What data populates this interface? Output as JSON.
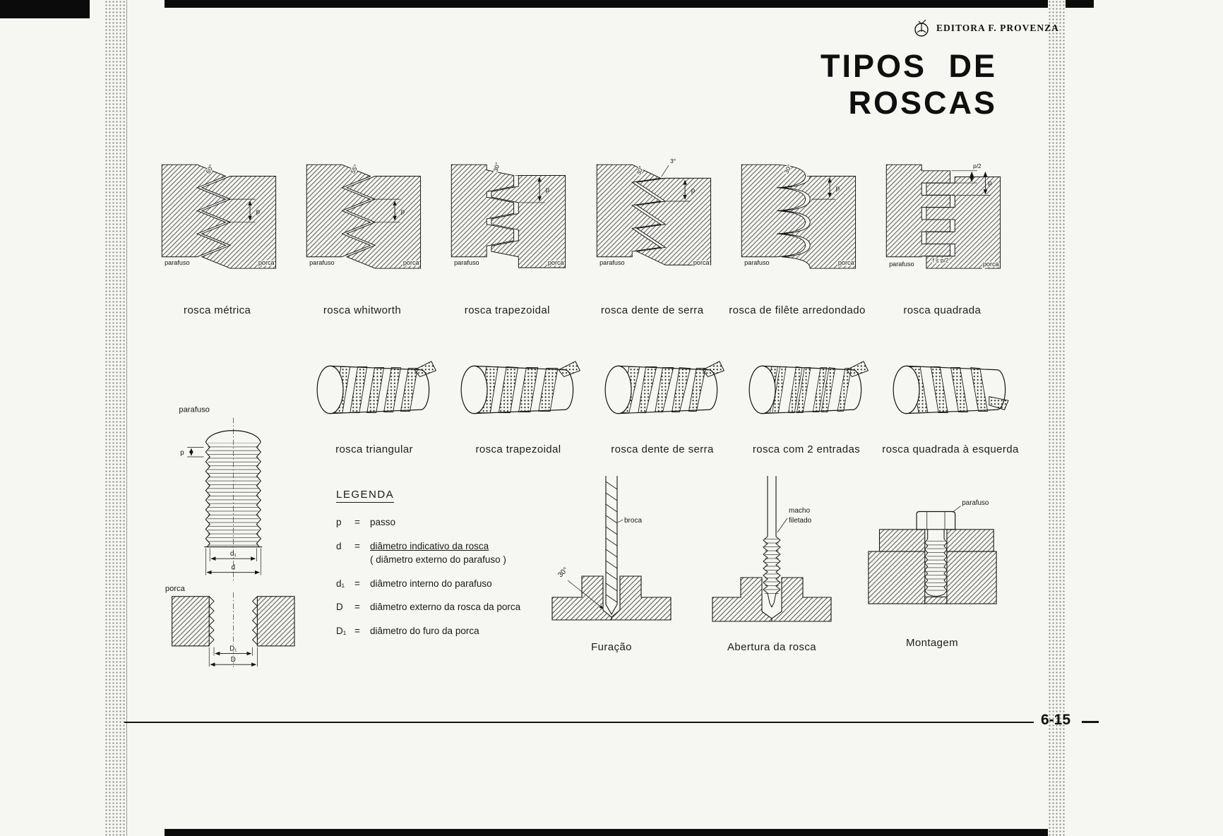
{
  "header": {
    "publisher": "EDITORA  F. PROVENZA",
    "title": "TIPOS DE ROSCAS"
  },
  "profiles": {
    "items": [
      {
        "caption": "rosca métrica",
        "parafuso": "parafuso",
        "porca": "porca",
        "angle": "60°",
        "pitch": "p"
      },
      {
        "caption": "rosca whitworth",
        "parafuso": "parafuso",
        "porca": "porca",
        "angle": "55°",
        "pitch": "p"
      },
      {
        "caption": "rosca trapezoidal",
        "parafuso": "parafuso",
        "porca": "porca",
        "angle": "30°",
        "pitch": "p"
      },
      {
        "caption": "rosca dente de serra",
        "parafuso": "parafuso",
        "porca": "porca",
        "angle": "30°",
        "angle2": "3°",
        "pitch": "p"
      },
      {
        "caption": "rosca de filête arredondado",
        "parafuso": "parafuso",
        "porca": "porca",
        "angle": "30°",
        "pitch": "p"
      },
      {
        "caption": "rosca quadrada",
        "parafuso": "parafuso",
        "porca": "porca",
        "dim_half": "p/2",
        "pitch": "p",
        "note": "f ≤ p/2"
      }
    ]
  },
  "cylinders": {
    "items": [
      {
        "caption": "rosca triangular"
      },
      {
        "caption": "rosca trapezoidal"
      },
      {
        "caption": "rosca dente de serra"
      },
      {
        "caption": "rosca com 2 entradas"
      },
      {
        "caption": "rosca quadrada à esquerda"
      }
    ]
  },
  "bolt": {
    "label_top": "parafuso",
    "label_bottom": "porca",
    "dim_p": "p",
    "dim_d1": "d₁",
    "dim_d": "d",
    "dim_D1": "D₁",
    "dim_D": "D"
  },
  "legend": {
    "title": "LEGENDA",
    "eq": "=",
    "entries": [
      {
        "symbol": "p",
        "text": "passo"
      },
      {
        "symbol": "d",
        "text": "diâmetro indicativo da rosca",
        "note": "( diâmetro externo do parafuso )"
      },
      {
        "symbol": "d₁",
        "text": "diâmetro interno do parafuso"
      },
      {
        "symbol": "D",
        "text": "diâmetro externo da rosca da porca"
      },
      {
        "symbol": "D₁",
        "text": "diâmetro do furo da porca"
      }
    ]
  },
  "processes": {
    "items": [
      {
        "caption": "Furação",
        "label1": "broca",
        "label2": "30°"
      },
      {
        "caption": "Abertura da rosca",
        "label1": "macho",
        "label2": "filetado"
      },
      {
        "caption": "Montagem",
        "label1": "parafuso"
      }
    ]
  },
  "footer": {
    "page_number": "6-15"
  }
}
